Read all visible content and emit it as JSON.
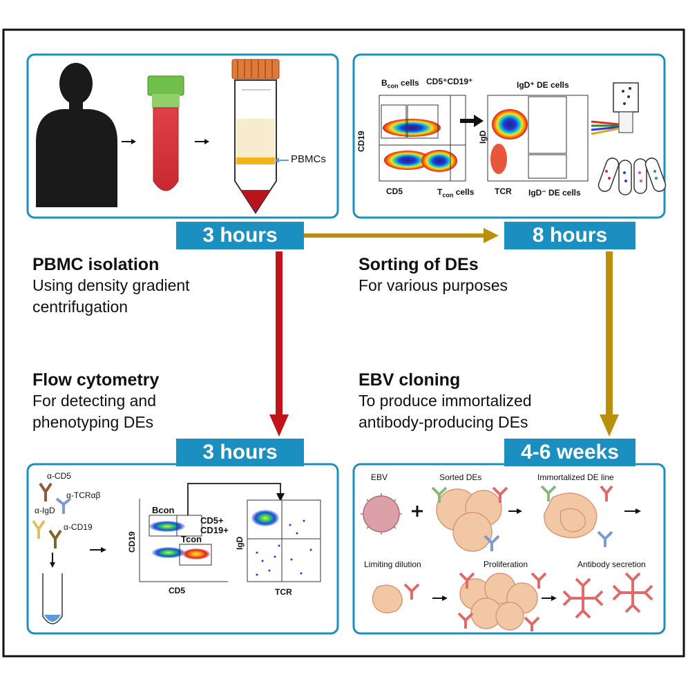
{
  "steps": {
    "pbmc": {
      "time": "3 hours",
      "title": "PBMC isolation",
      "desc_lines": [
        "Using density gradient",
        "centrifugation"
      ],
      "pbmc_label": "PBMCs"
    },
    "sorting": {
      "time": "8 hours",
      "title": "Sorting of DEs",
      "desc_lines": [
        "For various purposes"
      ],
      "labels": {
        "bcon": "B",
        "bcon_sub": "con",
        "bcon_rest": " cells",
        "cd5cd19": "CD5⁺CD19⁺",
        "igd_pos": "IgD⁺ DE cells",
        "igd_neg": "IgD⁻ DE cells",
        "tcon": "T",
        "tcon_sub": "con",
        "tcon_rest": " cells",
        "cd19": "CD19",
        "cd5": "CD5",
        "igd": "IgD",
        "tcr": "TCR"
      }
    },
    "flow": {
      "time": "3 hours",
      "title": "Flow cytometry",
      "desc_lines": [
        "For detecting and",
        "phenotyping DEs"
      ],
      "labels": {
        "acd5": "α-CD5",
        "atcr": "α-TCRαβ",
        "aigd": "α-IgD",
        "acd19": "α-CD19",
        "bcon": "Bcon",
        "cd5p": "CD5+",
        "cd19p": "CD19+",
        "tcon": "Tcon",
        "cd19": "CD19",
        "cd5": "CD5",
        "igd": "IgD",
        "tcr": "TCR"
      }
    },
    "ebv": {
      "time": "4-6 weeks",
      "title": "EBV cloning",
      "desc_lines": [
        "To produce immortalized",
        "antibody-producing DEs"
      ],
      "labels": {
        "ebv": "EBV",
        "sorted": "Sorted DEs",
        "immortal": "Immortalized DE line",
        "limiting": "Limiting dilution",
        "prolif": "Proliferation",
        "secretion": "Antibody secretion"
      }
    }
  },
  "colors": {
    "box_border": "#1a8fc0",
    "tag_bg": "#1a8fc0",
    "arrow_red": "#c0141a",
    "arrow_gold": "#b8900e",
    "cell_fill": "#f2c8a4",
    "antibody": "#e06a6a",
    "ebv_fill": "#dba0a8"
  }
}
